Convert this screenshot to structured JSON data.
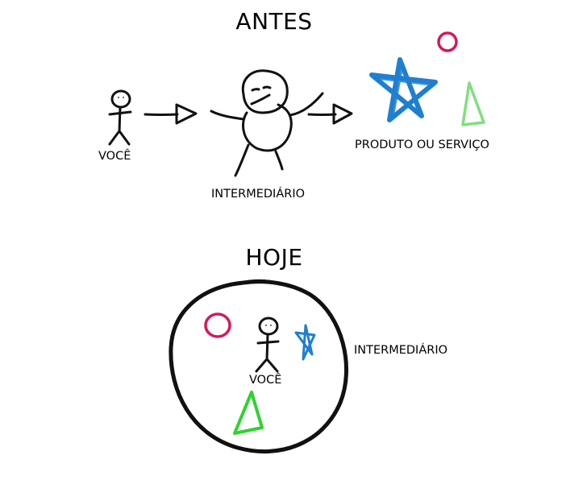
{
  "before": {
    "heading": "ANTES",
    "you_label": "VOCÊ",
    "middleman_label": "INTERMEDIÁRIO",
    "product_label": "PRODUTO OU SERVIÇO"
  },
  "today": {
    "heading": "HOJE",
    "you_label": "VOCÊ",
    "middleman_label": "INTERMEDIÁRIO"
  },
  "colors": {
    "ink": "#111111",
    "star": "#1f7fd0",
    "circle": "#d4185c",
    "triangle": "#7fe07f",
    "triangle_small": "#2fd32f"
  },
  "icons": {
    "stick_figure": "stick-figure-icon",
    "arrow": "arrow-icon",
    "star": "star-icon",
    "circle": "circle-icon",
    "triangle": "triangle-icon"
  }
}
